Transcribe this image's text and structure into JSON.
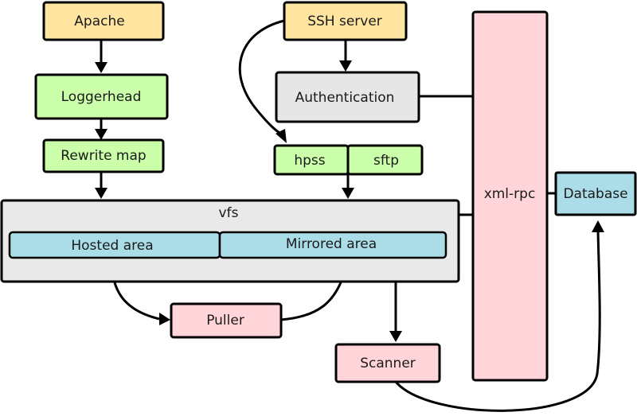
{
  "colors": {
    "source": "#ffe5a0",
    "process": "#ccffaa",
    "neutral": "#e6e6e6",
    "area": "#aadde8",
    "pink": "#ffd5d9"
  },
  "nodes": {
    "apache": "Apache",
    "loggerhead": "Loggerhead",
    "rewrite_map": "Rewrite map",
    "ssh_server": "SSH server",
    "authentication": "Authentication",
    "hpss": "hpss",
    "sftp": "sftp",
    "vfs": "vfs",
    "hosted_area": "Hosted area",
    "mirrored_area": "Mirrored area",
    "puller": "Puller",
    "scanner": "Scanner",
    "xml_rpc": "xml-rpc",
    "database": "Database"
  }
}
